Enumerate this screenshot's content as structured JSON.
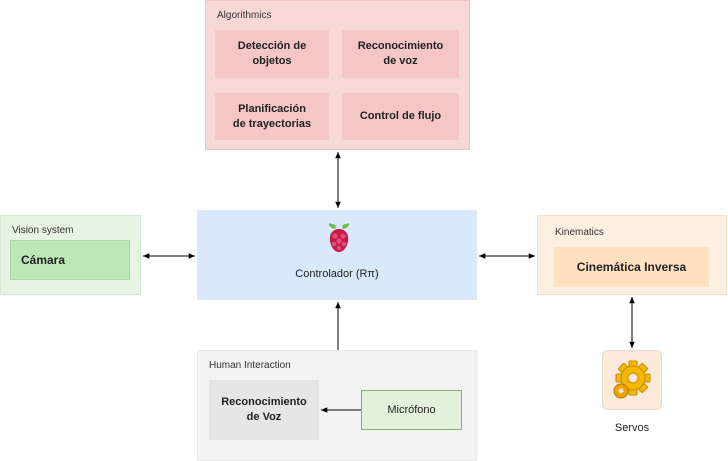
{
  "algorithmics": {
    "title": "Algorithmics",
    "items": [
      "Detección de\nobjetos",
      "Reconocimiento\nde voz",
      "Planificación\nde trayectorias",
      "Control de flujo"
    ]
  },
  "vision": {
    "title": "Vision system",
    "camera": "Cámara"
  },
  "controller": {
    "label": "Controlador (Rπ)",
    "icon": "raspberry-pi-icon"
  },
  "kinematics": {
    "title": "Kinematics",
    "item": "Cinemática Inversa"
  },
  "human": {
    "title": "Human Interaction",
    "voice": "Reconocimiento\nde Voz",
    "mic": "Micrófono"
  },
  "servos": {
    "label": "Servos",
    "icon": "gear-icon"
  },
  "colors": {
    "algorithmics_bg": "#f8d7d7",
    "algorithmics_item": "#f4c6c6",
    "vision_bg": "#e7f4e3",
    "vision_border": "#d5e8d4",
    "camera_bg": "#bce8b6",
    "controller_bg": "#dae8fc",
    "kinematics_bg": "#fdf0e0",
    "kinematics_item": "#ffe0c0",
    "human_bg": "#f3f3f3",
    "voice_bg": "#e6e6e6",
    "mic_bg": "#e2f1db",
    "mic_border": "#82b366"
  }
}
